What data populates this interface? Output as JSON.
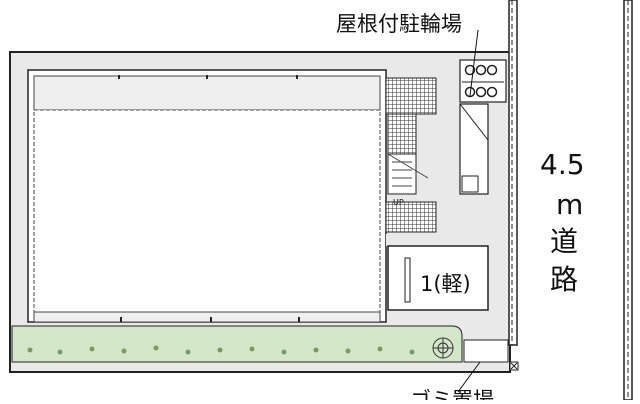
{
  "labels": {
    "covered_bicycle_parking": "屋根付駐輪場",
    "parking_space": "1(軽)",
    "road_width": "4.5",
    "road_unit": "m",
    "road_char1": "道",
    "road_char2": "路",
    "stair_up": "UP",
    "bottom_partial": "ゴミ置場"
  },
  "colors": {
    "outline": "#222222",
    "building_fill": "#f2f2f2",
    "site_fill": "#e9e9e9",
    "hatch": "#333333",
    "planting": "#d4e6c8"
  }
}
